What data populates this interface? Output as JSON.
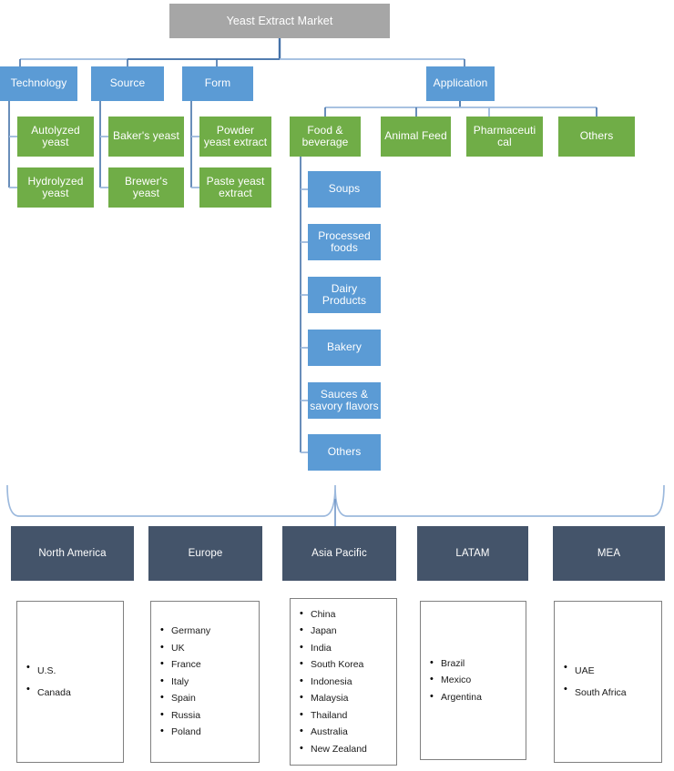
{
  "diagram": {
    "title": "Yeast Extract Market",
    "segments": [
      {
        "label": "Technology"
      },
      {
        "label": "Source"
      },
      {
        "label": "Form"
      },
      {
        "label": "Application"
      }
    ],
    "technology_items": [
      {
        "label": "Autolyzed\nyeast"
      },
      {
        "label": "Hydrolyzed\nyeast"
      }
    ],
    "source_items": [
      {
        "label": "Baker's yeast"
      },
      {
        "label": "Brewer's\nyeast"
      }
    ],
    "form_items": [
      {
        "label": "Powder\nyeast extract"
      },
      {
        "label": "Paste yeast\nextract"
      }
    ],
    "application_items": [
      {
        "label": "Food &\nbeverage"
      },
      {
        "label": "Animal Feed"
      },
      {
        "label": "Pharmaceuti\ncal"
      },
      {
        "label": "Others"
      }
    ],
    "food_beverage_items": [
      {
        "label": "Soups"
      },
      {
        "label": "Processed\nfoods"
      },
      {
        "label": "Dairy\nProducts"
      },
      {
        "label": "Bakery"
      },
      {
        "label": "Sauces &\nsavory flavors"
      },
      {
        "label": "Others"
      }
    ],
    "regions": [
      {
        "label": "North America",
        "countries": [
          "U.S.",
          "Canada"
        ]
      },
      {
        "label": "Europe",
        "countries": [
          "Germany",
          "UK",
          "France",
          "Italy",
          "Spain",
          "Russia",
          "Poland"
        ]
      },
      {
        "label": "Asia Pacific",
        "countries": [
          "China",
          "Japan",
          "India",
          "South Korea",
          "Indonesia",
          "Malaysia",
          "Thailand",
          "Australia",
          "New Zealand"
        ]
      },
      {
        "label": "LATAM",
        "countries": [
          "Brazil",
          "Mexico",
          "Argentina"
        ]
      },
      {
        "label": "MEA",
        "countries": [
          "UAE",
          "South Africa"
        ]
      }
    ],
    "colors": {
      "root_box": "#a6a6a6",
      "segment_box": "#5b9bd5",
      "sub_box": "#70ad47",
      "region_box": "#44546a",
      "connector": "#4472a8",
      "connector_light": "#9cb9dd",
      "listbox_border": "#808080"
    }
  }
}
